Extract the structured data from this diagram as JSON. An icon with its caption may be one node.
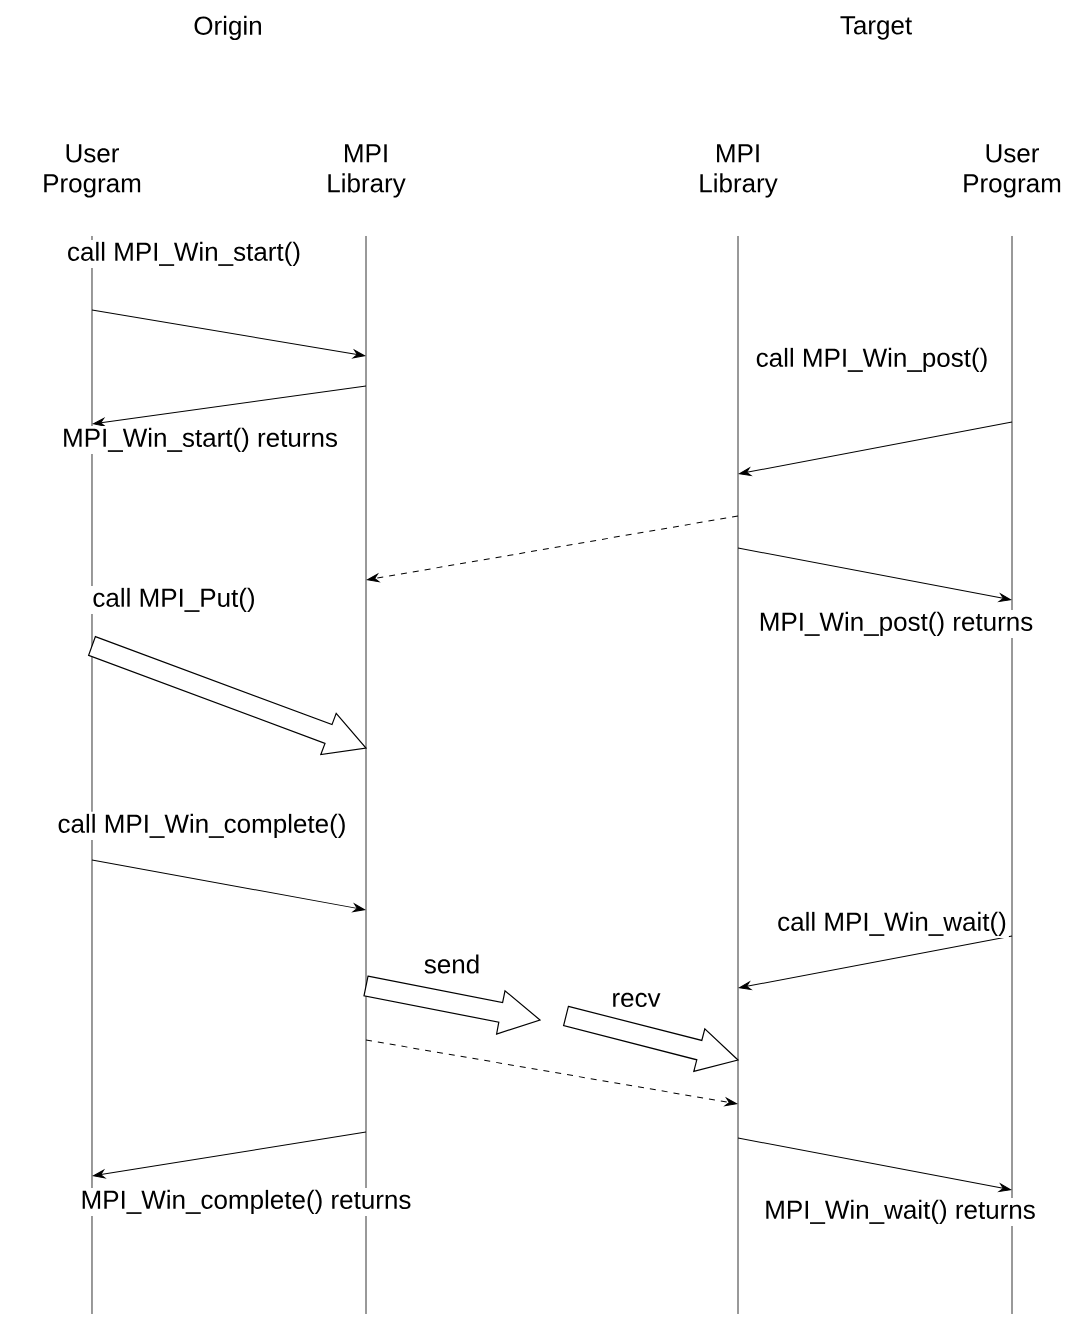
{
  "diagram": {
    "nodes": [
      {
        "text": [
          "User Program"
        ]
      },
      {
        "text": [
          "MPI Library"
        ]
      },
      {
        "text": [
          "MPI Library"
        ]
      },
      {
        "text": [
          "User Program"
        ]
      }
    ],
    "edges": [
      {
        "from": 0,
        "to": 1,
        "arrow": "to",
        "label": "call MPI_Win_start()"
      },
      {
        "from": 1,
        "to": 0,
        "arrow": "to",
        "label": "MPI_Win_start() returns"
      },
      {
        "from": 3,
        "to": 2,
        "arrow": "to",
        "label": "call MPI_Win_post()"
      },
      {
        "from": 2,
        "to": 1,
        "arrow": "to",
        "style": "dashed"
      },
      {
        "from": 2,
        "to": 3,
        "arrow": "to",
        "label": "MPI_Win_post() returns"
      },
      {
        "from": 0,
        "to": 1,
        "arrow": "to",
        "label": "call MPI_Put()",
        "style": "thick"
      },
      {
        "from": 0,
        "to": 1,
        "arrow": "to",
        "label": "call MPI_Win_complete()"
      },
      {
        "from": 3,
        "to": 2,
        "arrow": "to",
        "label": "call MPI_Win_wait()"
      },
      {
        "from": 1,
        "to": null,
        "arrow": "to",
        "label": "send",
        "style": "thick"
      },
      {
        "from": 1,
        "to": 2,
        "arrow": "to",
        "style": "dashed"
      },
      {
        "from": null,
        "to": 2,
        "arrow": "to",
        "label": "recv",
        "style": "thick"
      },
      {
        "from": 1,
        "to": 0,
        "arrow": "to",
        "label": "MPI_Win_complete() returns"
      },
      {
        "from": 2,
        "to": 3,
        "arrow": "to",
        "label": "MPI_Win_wait() returns"
      }
    ],
    "labels": [
      "Origin",
      "Target"
    ]
  }
}
